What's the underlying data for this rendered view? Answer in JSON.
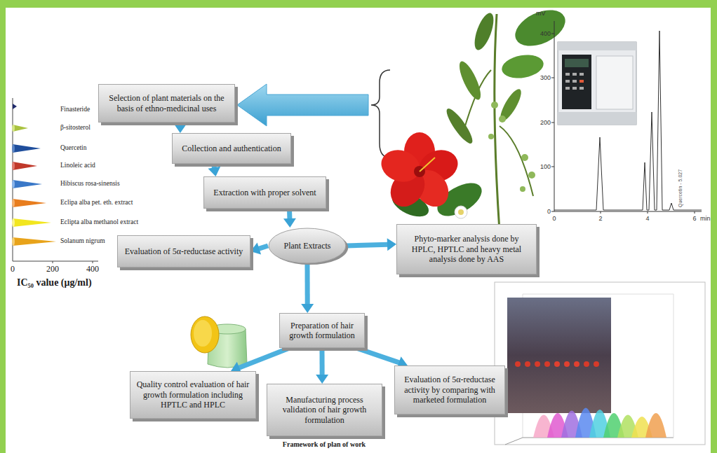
{
  "diagram": {
    "caption": "Framework of plan of work",
    "nodes": [
      {
        "text": [
          "Selection of plant materials on the basis of ethno-medicinal uses"
        ]
      },
      {
        "text": [
          "Collection and authentication"
        ]
      },
      {
        "text": [
          "Extraction with proper solvent"
        ]
      },
      {
        "text": [
          "Plant Extracts"
        ]
      },
      {
        "text": [
          "Evaluation of 5α-reductase activity"
        ]
      },
      {
        "text": [
          "Phyto-marker analysis done by HPLC, HPTLC and heavy metal analysis done by AAS"
        ]
      },
      {
        "text": [
          "Preparation of hair growth formulation"
        ]
      },
      {
        "text": [
          "Quality control evaluation of hair growth formulation including HPTLC and HPLC"
        ]
      },
      {
        "text": [
          "Manufacturing process validation of hair growth formulation"
        ]
      },
      {
        "text": [
          "Evaluation of 5α-reductase activity by comparing with marketed formulation"
        ]
      }
    ],
    "edges": [
      {
        "from": 0,
        "to": 1,
        "arrow": "to"
      },
      {
        "from": 1,
        "to": 2,
        "arrow": "to"
      },
      {
        "from": 2,
        "to": 3,
        "arrow": "to"
      },
      {
        "from": 3,
        "to": 4,
        "arrow": "to"
      },
      {
        "from": 3,
        "to": 5,
        "arrow": "to"
      },
      {
        "from": 3,
        "to": 6,
        "arrow": "to"
      },
      {
        "from": 6,
        "to": 7,
        "arrow": "to"
      },
      {
        "from": 6,
        "to": 8,
        "arrow": "to"
      },
      {
        "from": 6,
        "to": 9,
        "arrow": "to"
      }
    ],
    "labels": [
      "Finasteride",
      "β-sitosterol",
      "Quercetin",
      "Linoleic acid",
      "Hibiscus rosa-sinensis",
      "Eclipa alba pet. eth. extract",
      "Eclipta alba methanol extract",
      "Solanum nigrum",
      "0",
      "200",
      "400",
      "IC₅₀ value  (μg/ml)",
      "mV",
      "400",
      "300",
      "200",
      "100",
      "0",
      "0",
      "2",
      "4",
      "6",
      "min",
      "Quercetin - 5.027"
    ]
  }
}
